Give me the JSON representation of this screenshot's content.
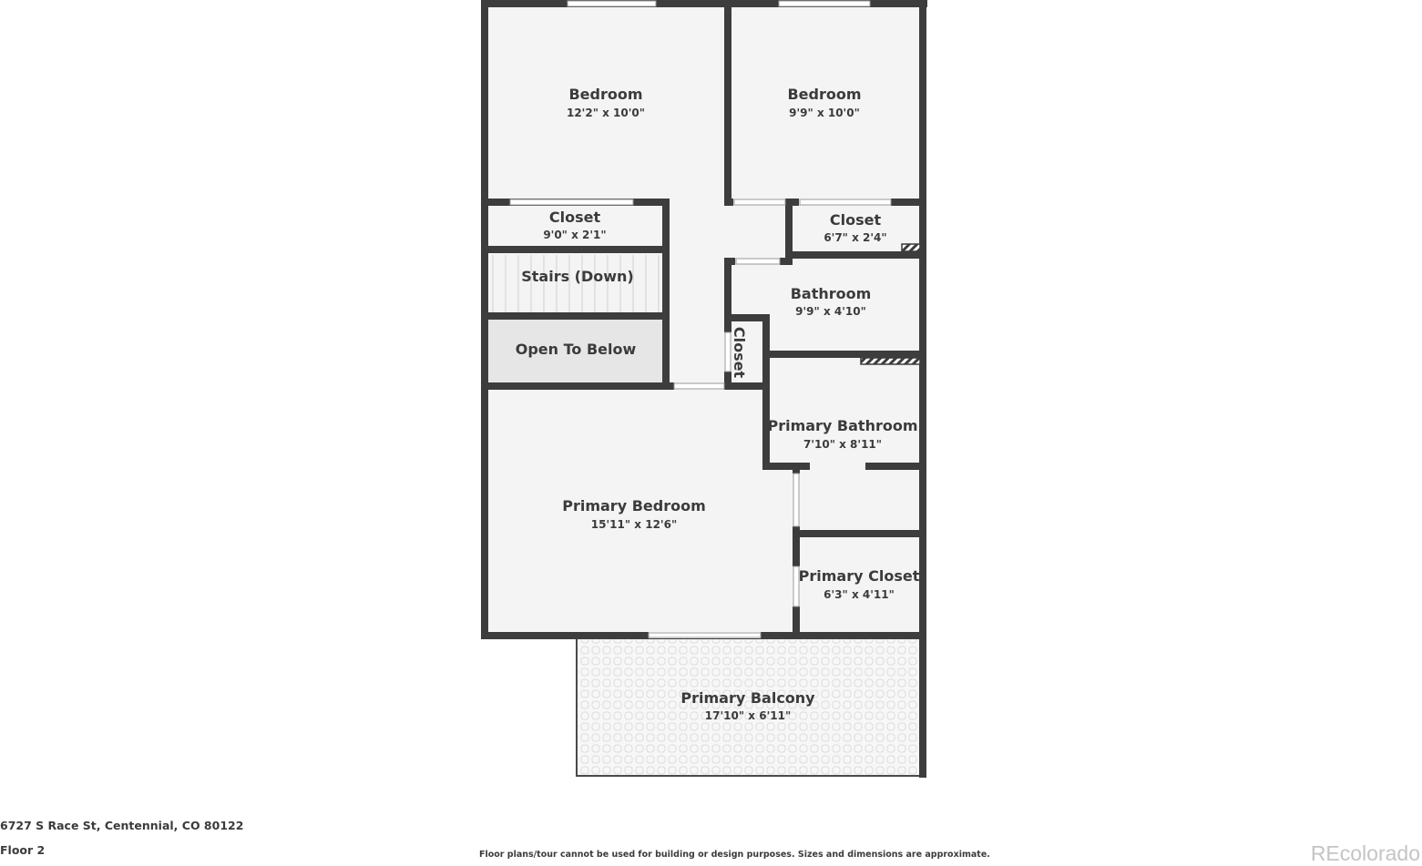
{
  "rooms": {
    "bedroom_left": {
      "name": "Bedroom",
      "dims": "12'2\" x 10'0\""
    },
    "bedroom_right": {
      "name": "Bedroom",
      "dims": "9'9\" x 10'0\""
    },
    "closet_left": {
      "name": "Closet",
      "dims": "9'0\" x 2'1\""
    },
    "closet_right": {
      "name": "Closet",
      "dims": "6'7\" x 2'4\""
    },
    "stairs": {
      "name": "Stairs (Down)"
    },
    "bathroom": {
      "name": "Bathroom",
      "dims": "9'9\" x 4'10\""
    },
    "open_below": {
      "name": "Open To Below"
    },
    "hall_closet": {
      "name": "Closet"
    },
    "primary_bathroom": {
      "name": "Primary Bathroom",
      "dims": "7'10\" x 8'11\""
    },
    "primary_bedroom": {
      "name": "Primary Bedroom",
      "dims": "15'11\" x 12'6\""
    },
    "primary_closet": {
      "name": "Primary Closet",
      "dims": "6'3\" x 4'11\""
    },
    "primary_balcony": {
      "name": "Primary Balcony",
      "dims": "17'10\" x 6'11\""
    }
  },
  "footer": {
    "address": "6727 S Race St, Centennial, CO 80122",
    "floor": "Floor 2",
    "disclaimer": "Floor plans/tour cannot be used for building or design purposes. Sizes and dimensions are approximate.",
    "brand": "REcolorado"
  },
  "colors": {
    "wall": "#3d3d3d",
    "room": "#f4f4f4",
    "open_below": "#e6e6e6",
    "text": "#3b3b3b"
  }
}
